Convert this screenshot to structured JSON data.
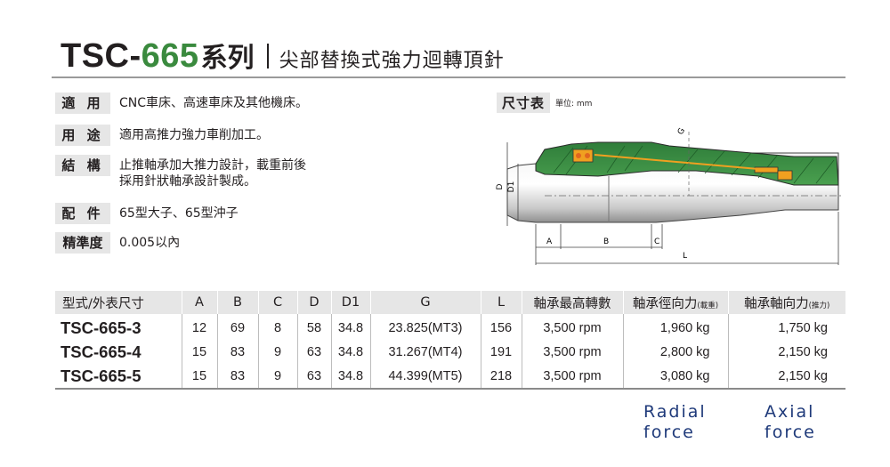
{
  "title": {
    "model_prefix": "TSC-",
    "model_number": "665",
    "series": "系列",
    "subtitle": "尖部替換式強力迴轉頂針"
  },
  "specs": [
    {
      "label": "適 用",
      "lines": [
        "CNC車床、高速車床及其他機床。"
      ]
    },
    {
      "label": "用 途",
      "lines": [
        "適用高推力強力車削加工。"
      ]
    },
    {
      "label": "結 構",
      "lines": [
        "止推軸承加大推力設計，載重前後",
        "採用針狀軸承設計製成。"
      ]
    },
    {
      "label": "配 件",
      "lines": [
        "65型大子、65型沖子"
      ]
    },
    {
      "label": "精準度",
      "lines": [
        "0.005以內"
      ]
    }
  ],
  "dimension": {
    "label": "尺寸表",
    "unit": "單位: mm",
    "callouts": {
      "d": "D",
      "d1": "D1",
      "g": "G",
      "a": "A",
      "b": "B",
      "c": "C",
      "l": "L"
    }
  },
  "table": {
    "headers": {
      "model": "型式/外表尺寸",
      "a": "A",
      "b": "B",
      "c": "C",
      "d": "D",
      "d1": "D1",
      "g": "G",
      "l": "L",
      "speed": "軸承最高轉數",
      "radial": "軸承徑向力",
      "radial_note": "(載重)",
      "axial": "軸承軸向力",
      "axial_note": "(推力)"
    },
    "rows": [
      {
        "model": "TSC-665-3",
        "a": "12",
        "b": "69",
        "c": "8",
        "d": "58",
        "d1": "34.8",
        "g": "23.825(MT3)",
        "l": "156",
        "speed": "3,500 rpm",
        "radial": "1,960 kg",
        "axial": "1,750 kg"
      },
      {
        "model": "TSC-665-4",
        "a": "15",
        "b": "83",
        "c": "9",
        "d": "63",
        "d1": "34.8",
        "g": "31.267(MT4)",
        "l": "191",
        "speed": "3,500 rpm",
        "radial": "2,800 kg",
        "axial": "2,150 kg"
      },
      {
        "model": "TSC-665-5",
        "a": "15",
        "b": "83",
        "c": "9",
        "d": "63",
        "d1": "34.8",
        "g": "44.399(MT5)",
        "l": "218",
        "speed": "3,500 rpm",
        "radial": "3,080 kg",
        "axial": "2,150 kg"
      }
    ]
  },
  "notes": {
    "radial": [
      "Radial",
      "force"
    ],
    "axial": [
      "Axial",
      "force"
    ]
  },
  "colors": {
    "accent_green": "#3a8a3e",
    "label_gray": "#e6e6e6",
    "note_blue": "#1f3a7a"
  }
}
